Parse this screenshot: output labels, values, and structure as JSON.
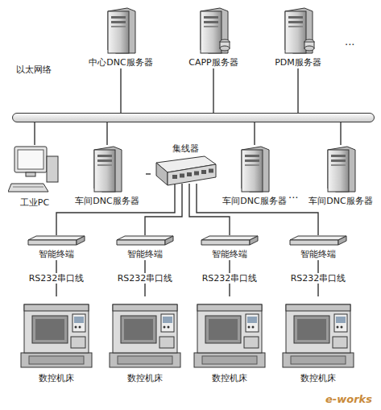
{
  "diagram": {
    "nodes": [
      {
        "text": [
          "中心DNC服务器"
        ]
      },
      {
        "text": [
          "CAPP服务器"
        ]
      },
      {
        "text": [
          "PDM服务器"
        ]
      },
      {
        "text": [
          "以太网络"
        ]
      },
      {
        "text": [
          "工业PC"
        ]
      },
      {
        "text": [
          "车间DNC服务器"
        ]
      },
      {
        "text": [
          "集线器"
        ]
      },
      {
        "text": [
          "车间DNC服务器"
        ]
      },
      {
        "text": [
          "车间DNC服务器"
        ]
      },
      {
        "text": [
          "智能终端"
        ]
      },
      {
        "text": [
          "智能终端"
        ]
      },
      {
        "text": [
          "智能终端"
        ]
      },
      {
        "text": [
          "智能终端"
        ]
      },
      {
        "text": [
          "数控机床"
        ]
      },
      {
        "text": [
          "数控机床"
        ]
      },
      {
        "text": [
          "数控机床"
        ]
      },
      {
        "text": [
          "数控机床"
        ]
      }
    ],
    "edges": [
      {
        "from": 0,
        "to": 3,
        "arrow": "none"
      },
      {
        "from": 1,
        "to": 3,
        "arrow": "none"
      },
      {
        "from": 2,
        "to": 3,
        "arrow": "none"
      },
      {
        "from": 3,
        "to": 4,
        "arrow": "none"
      },
      {
        "from": 3,
        "to": 5,
        "arrow": "none"
      },
      {
        "from": 3,
        "to": 7,
        "arrow": "none"
      },
      {
        "from": 3,
        "to": 8,
        "arrow": "none"
      },
      {
        "from": 5,
        "to": 6,
        "arrow": "none"
      },
      {
        "from": 6,
        "to": 9,
        "arrow": "none"
      },
      {
        "from": 6,
        "to": 10,
        "arrow": "none"
      },
      {
        "from": 6,
        "to": 11,
        "arrow": "none"
      },
      {
        "from": 6,
        "to": 12,
        "arrow": "none"
      },
      {
        "from": 9,
        "to": 13,
        "label": "RS232串口线",
        "arrow": "none"
      },
      {
        "from": 10,
        "to": 14,
        "label": "RS232串口线",
        "arrow": "none"
      },
      {
        "from": 11,
        "to": 15,
        "label": "RS232串口线",
        "arrow": "none"
      },
      {
        "from": 12,
        "to": 16,
        "label": "RS232串口线",
        "arrow": "none"
      }
    ],
    "labels": [
      "...",
      "...",
      "e-works"
    ]
  }
}
